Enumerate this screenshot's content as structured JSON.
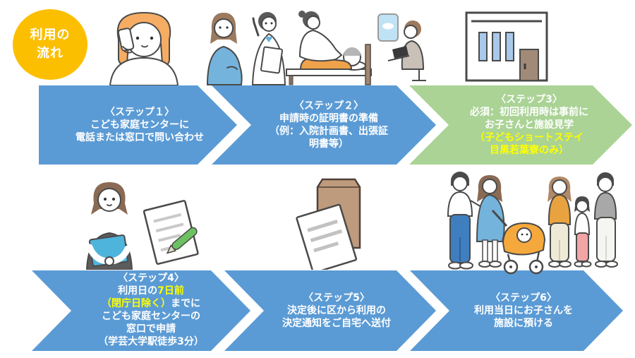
{
  "badge": {
    "line1": "利用の",
    "line2": "流れ"
  },
  "colors": {
    "arrow_blue": "#5b9bd5",
    "arrow_green": "#aad395",
    "badge_yellow": "#fcbf00",
    "highlight_yellow": "#ffff00",
    "text_white": "#ffffff"
  },
  "steps": [
    {
      "id": 1,
      "illustration": "woman-on-phone-icon",
      "lines": [
        [
          {
            "t": "〈ステップ１〉"
          }
        ],
        [
          {
            "t": "こども家庭センターに"
          }
        ],
        [
          {
            "t": "電話または窓口で問い合わせ"
          }
        ]
      ]
    },
    {
      "id": 2,
      "illustration": "hospital-care-scene-icon",
      "lines": [
        [
          {
            "t": "〈ステップ２〉"
          }
        ],
        [
          {
            "t": "申請時の証明書の準備"
          }
        ],
        [
          {
            "t": "（例：入院計画書、出張証"
          }
        ],
        [
          {
            "t": "明書等）"
          }
        ]
      ]
    },
    {
      "id": 3,
      "illustration": "facility-building-icon",
      "lines": [
        [
          {
            "t": "〈ステップ3〉"
          }
        ],
        [
          {
            "t": "必須：初回利用時は事前に"
          }
        ],
        [
          {
            "t": "お子さんと施設見学"
          }
        ],
        [
          {
            "t": "（子どもショートステイ",
            "hl": true
          }
        ],
        [
          {
            "t": "目黒若葉寮のみ）",
            "hl": true
          }
        ]
      ]
    },
    {
      "id": 4,
      "illustration": "woman-writing-application-icon",
      "lines": [
        [
          {
            "t": "〈ステップ4〉"
          }
        ],
        [
          {
            "t": "利用日の"
          },
          {
            "t": "7日前",
            "hl": true
          }
        ],
        [
          {
            "t": "（閉庁日除く）",
            "hl": true
          },
          {
            "t": "までに"
          }
        ],
        [
          {
            "t": "こども家庭センターの"
          }
        ],
        [
          {
            "t": "窓口で申請"
          }
        ],
        [
          {
            "t": "（学芸大学駅徒歩3分）"
          }
        ]
      ]
    },
    {
      "id": 5,
      "illustration": "envelope-notice-icon",
      "lines": [
        [
          {
            "t": "〈ステップ5〉"
          }
        ],
        [
          {
            "t": "決定後に区から利用の"
          }
        ],
        [
          {
            "t": "決定通知をご自宅へ送付"
          }
        ]
      ]
    },
    {
      "id": 6,
      "illustration": "family-with-stroller-icon",
      "lines": [
        [
          {
            "t": "〈ステップ6〉"
          }
        ],
        [
          {
            "t": "利用当日にお子さんを"
          }
        ],
        [
          {
            "t": "施設に預ける"
          }
        ]
      ]
    }
  ]
}
